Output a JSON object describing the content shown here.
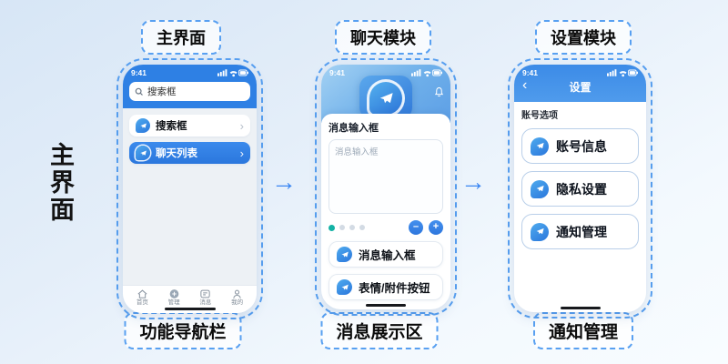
{
  "canvas": {
    "side_title": "主界面",
    "arrow_glyph": "→"
  },
  "colors": {
    "accent_blue": "#2f80e5",
    "dashed_blue": "#58a0f1",
    "teal_dot": "#14b2a5"
  },
  "columns": [
    {
      "top_label": "主界面",
      "bottom_label": "功能导航栏",
      "phone": {
        "time": "9:41",
        "search_value": "搜索框",
        "list": [
          {
            "label": "搜索框",
            "chevron": "›"
          },
          {
            "label": "聊天列表",
            "chevron": "›"
          }
        ],
        "tabs": [
          {
            "label": "首页"
          },
          {
            "label": "管理"
          },
          {
            "label": "消息"
          },
          {
            "label": "我的"
          }
        ]
      }
    },
    {
      "top_label": "聊天模块",
      "bottom_label": "消息展示区",
      "phone": {
        "time": "9:41",
        "card_title": "消息输入框",
        "input_placeholder": "消息输入框",
        "minus_glyph": "–",
        "plus_glyph": "+",
        "list": [
          {
            "label": "消息输入框"
          },
          {
            "label": "表情/附件按钮"
          }
        ]
      }
    },
    {
      "top_label": "设置模块",
      "bottom_label": "通知管理",
      "phone": {
        "time": "9:41",
        "back_glyph": "‹",
        "nav_title": "设置",
        "section_label": "账号选项",
        "list": [
          {
            "label": "账号信息"
          },
          {
            "label": "隐私设置"
          },
          {
            "label": "通知管理"
          }
        ]
      }
    }
  ]
}
